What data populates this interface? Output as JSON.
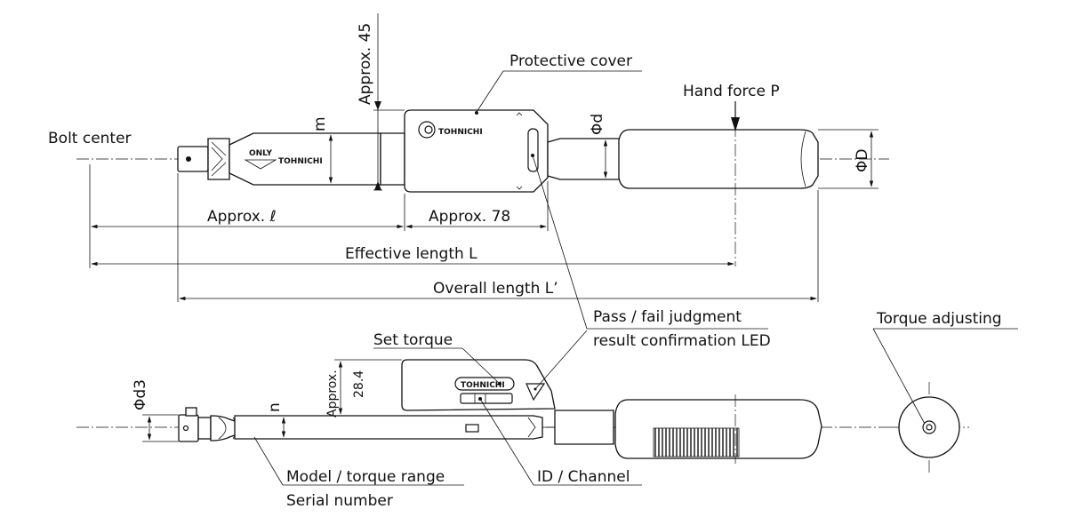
{
  "labels": {
    "bolt_center": "Bolt center",
    "approx_45": "Approx. 45",
    "m": "m",
    "protective_cover": "Protective cover",
    "phi_d": "Φd",
    "hand_force": "Hand force P",
    "phi_D": "ΦD",
    "approx_l": "Approx. ℓ",
    "approx_78": "Approx. 78",
    "effective_length": "Effective length L",
    "overall_length": "Overall length L’",
    "led_line1": "Pass / fail judgment",
    "led_line2": "result confirmation LED",
    "torque_adjusting": "Torque adjusting",
    "set_torque": "Set torque",
    "approx_label": "Approx.",
    "dim_28_4": "28.4",
    "phi_d3": "Φd3",
    "n": "n",
    "model_range": "Model / torque range",
    "serial_number": "Serial number",
    "id_channel": "ID / Channel"
  },
  "markings": {
    "only": "ONLY",
    "brand": "TOHNICHI"
  }
}
